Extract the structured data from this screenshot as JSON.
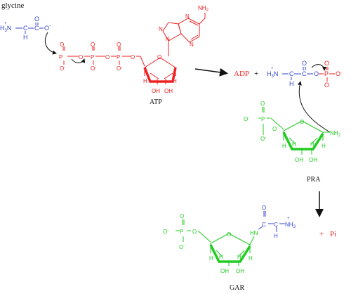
{
  "colors": {
    "glycine": "#3344cc",
    "atp": "#ee2222",
    "pra": "#22cc22",
    "ink": "#111111",
    "pi": "#ee2222"
  },
  "labels": {
    "glycine": "glycine",
    "atp": "ATP",
    "pra": "PRA",
    "gar": "GAR",
    "adp": "ADP",
    "plus1": "+",
    "plus2": "+",
    "pi": "Pi"
  },
  "atoms": {
    "nh3": "H3N",
    "plus_charge": "+",
    "h": "H",
    "c": "C",
    "o": "O",
    "o_minus": "O⁻",
    "minus": "-",
    "p": "P",
    "n": "N",
    "nh2": "NH2",
    "oh": "OH",
    "hn": "HN",
    "nh3_right": "NH3"
  }
}
